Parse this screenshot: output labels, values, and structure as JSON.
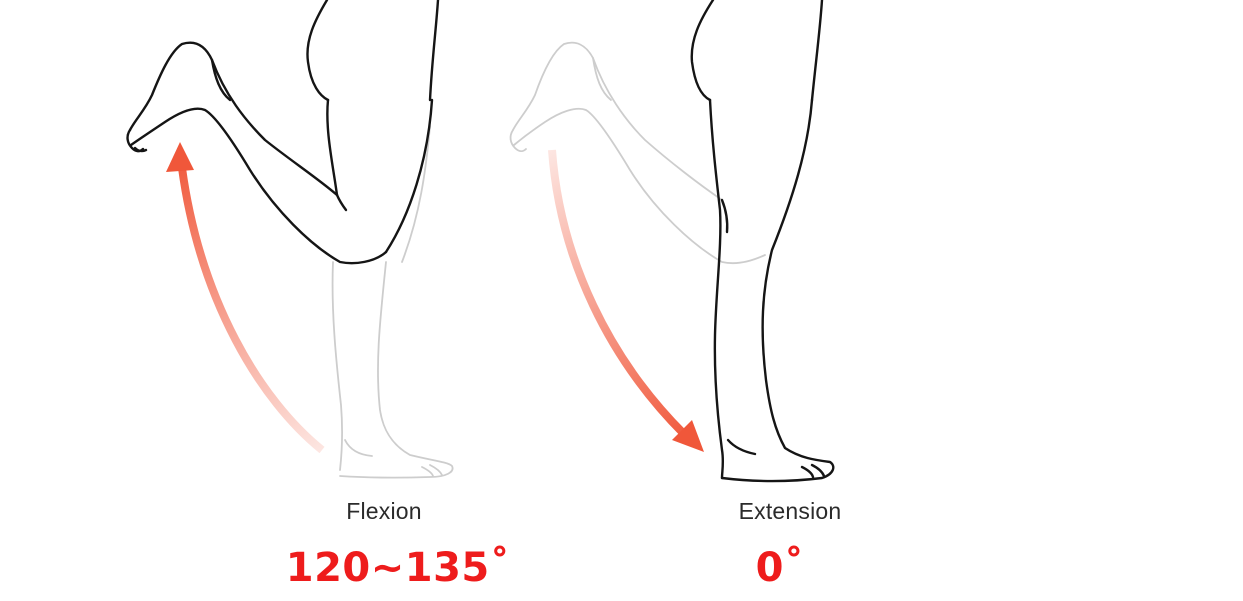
{
  "colors": {
    "accent": "#f0573a",
    "accent_value": "#ee1c1c",
    "outline": "#151515",
    "ghost_outline": "#c8c8c8"
  },
  "flexion": {
    "label": "Flexion",
    "value": "120~135˚",
    "motion": "upward curved arrow"
  },
  "extension": {
    "label": "Extension",
    "value": "0˚",
    "motion": "downward curved arrow"
  }
}
